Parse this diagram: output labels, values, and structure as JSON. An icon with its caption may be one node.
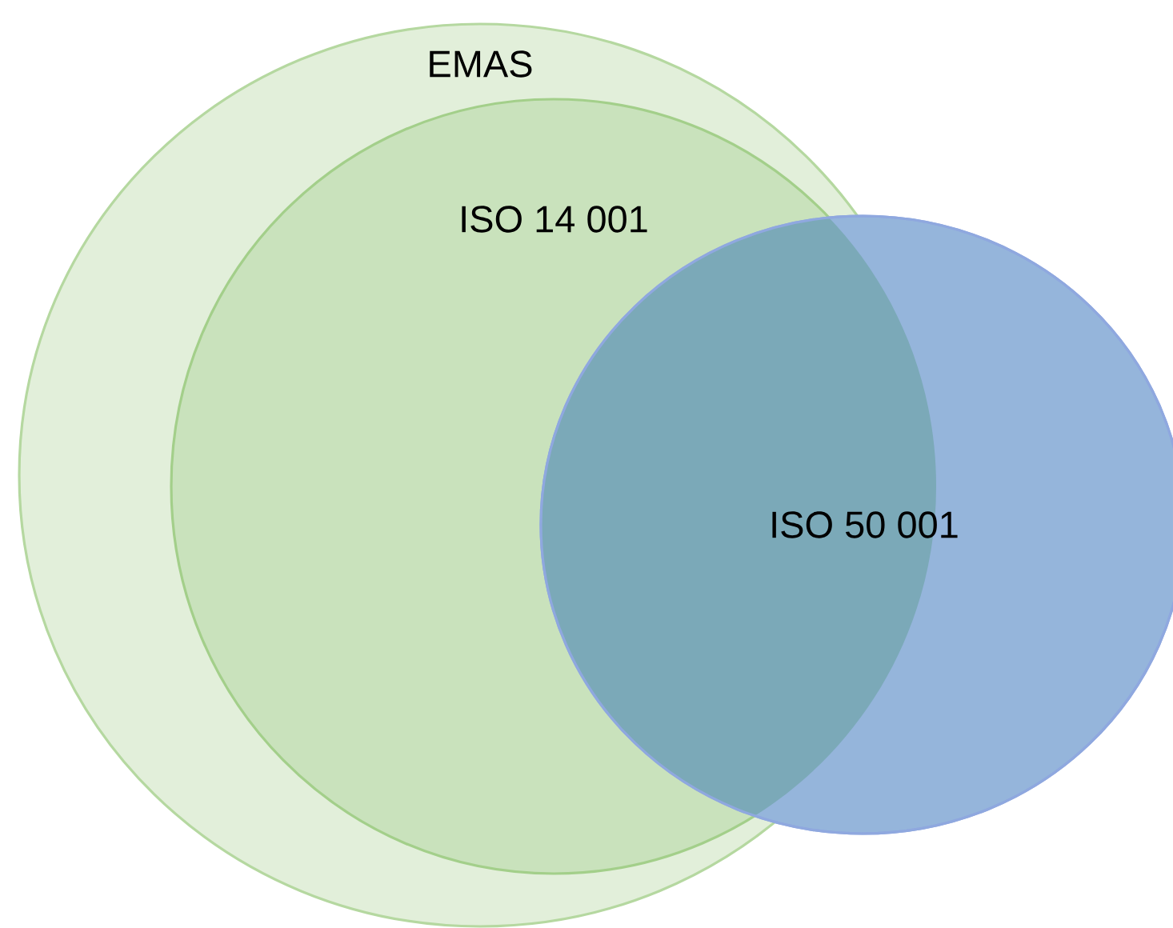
{
  "diagram": {
    "nodes": [
      {
        "text": [
          "EMAS"
        ]
      },
      {
        "text": [
          "ISO 14 001"
        ],
        "in": 0
      },
      {
        "text": [
          "ISO 50 001"
        ]
      }
    ]
  }
}
